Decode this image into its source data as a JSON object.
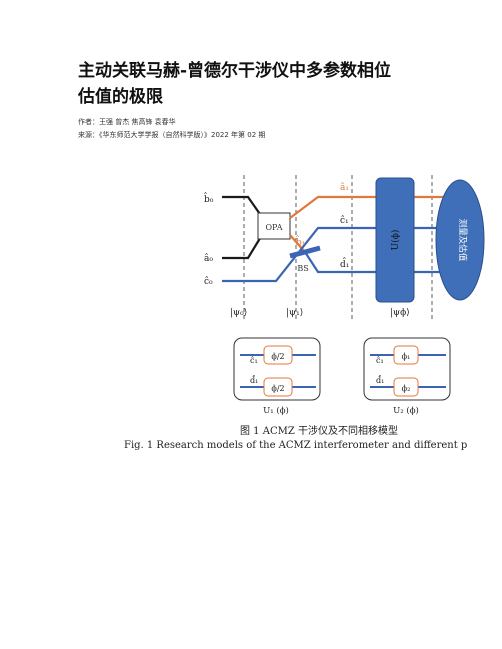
{
  "article": {
    "title_line1": "主动关联马赫-曾德尔干涉仪中多参数相位",
    "title_line2": "估值的极限",
    "authors": "作者：王强 曾杰 焦高锋 袁春华",
    "source": "来源：《华东师范大学学报（自然科学版）》2022 年第 02 期"
  },
  "figure": {
    "labels": {
      "b0": "b̂₀",
      "a0": "â₀",
      "c0": "ĉ₀",
      "a1": "â₁",
      "c1": "ĉ₁",
      "d1": "d̂₁",
      "b1": "b̂₁",
      "opa": "OPA",
      "bs": "BS",
      "uphi": "U(ϕ)",
      "detect": "测量及估值",
      "psi0": "|ψ₀⟩",
      "psi1": "|ψ₁⟩",
      "psiphi": "|ψϕ⟩",
      "u1": {
        "c1": "ĉ₁",
        "d1": "d̂₁",
        "phi_top": "ϕ/2",
        "phi_bottom": "ϕ/2",
        "caption": "U₁ (ϕ)"
      },
      "u2": {
        "c1": "ĉ₁",
        "d1": "d̂₁",
        "phi_top": "ϕ₁",
        "phi_bottom": "ϕ₂",
        "caption": "U₂ (ϕ)"
      }
    },
    "caption_zh": "图 1    ACMZ 干涉仪及不同相移模型",
    "caption_en": "Fig. 1    Research models of the ACMZ interferometer and different p"
  },
  "colors": {
    "orange": "#e0793a",
    "blue": "#3b64b4",
    "black": "#1a1a1a",
    "box_fill": "#3f6fb8"
  }
}
